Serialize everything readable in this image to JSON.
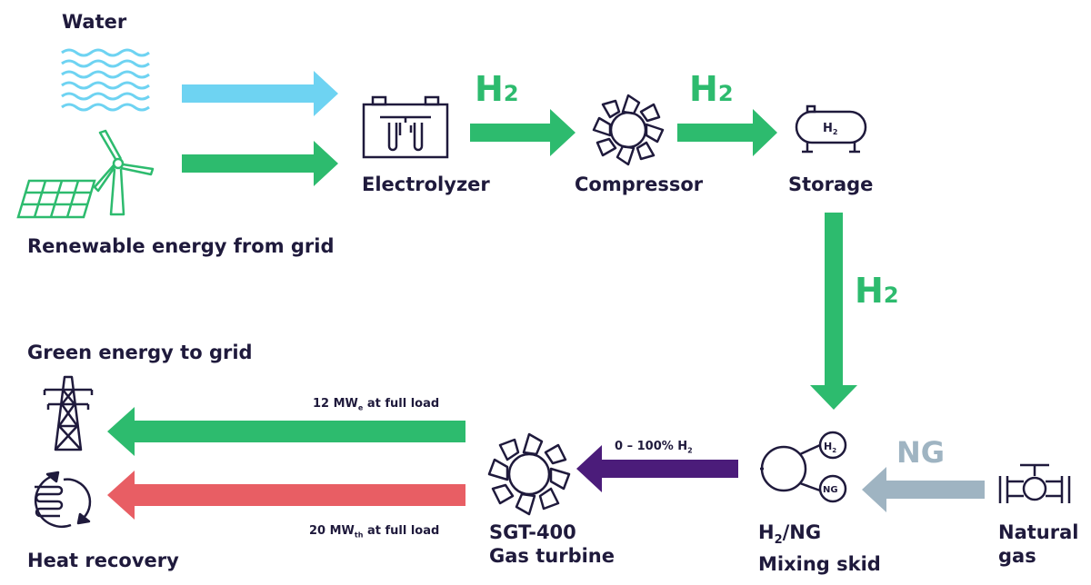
{
  "labels": {
    "water": "Water",
    "renewable": "Renewable energy from grid",
    "electrolyzer": "Electrolyzer",
    "compressor": "Compressor",
    "storage": "Storage",
    "green_energy": "Green energy to grid",
    "heat_recovery": "Heat recovery",
    "gas_turbine_line1": "SGT-400",
    "gas_turbine_line2": "Gas turbine",
    "mixing_line1_main": "H",
    "mixing_line1_sub": "2",
    "mixing_line1_rest": "/NG",
    "mixing_line2": "Mixing skid",
    "natural_gas_line1": "Natural",
    "natural_gas_line2": "gas"
  },
  "flows": {
    "h2_main": "H",
    "h2_sub": "2",
    "ng": "NG",
    "blend_text": "0 – 100% H",
    "blend_sub": "2",
    "electric_prefix": "12 MW",
    "electric_sub": "e",
    "electric_suffix": " at full load",
    "thermal_prefix": "20 MW",
    "thermal_sub": "th",
    "thermal_suffix": " at full load"
  },
  "icon_text": {
    "storage_tag_main": "H",
    "storage_tag_sub": "2",
    "mix_h2_main": "H",
    "mix_h2_sub": "2",
    "mix_ng": "NG"
  },
  "colors": {
    "green": "#2dbb6e",
    "water_blue": "#6ed3f2",
    "purple": "#4b1c7a",
    "red": "#e85e64",
    "gray_blue": "#9fb4c2",
    "dark": "#1f1a3c"
  }
}
